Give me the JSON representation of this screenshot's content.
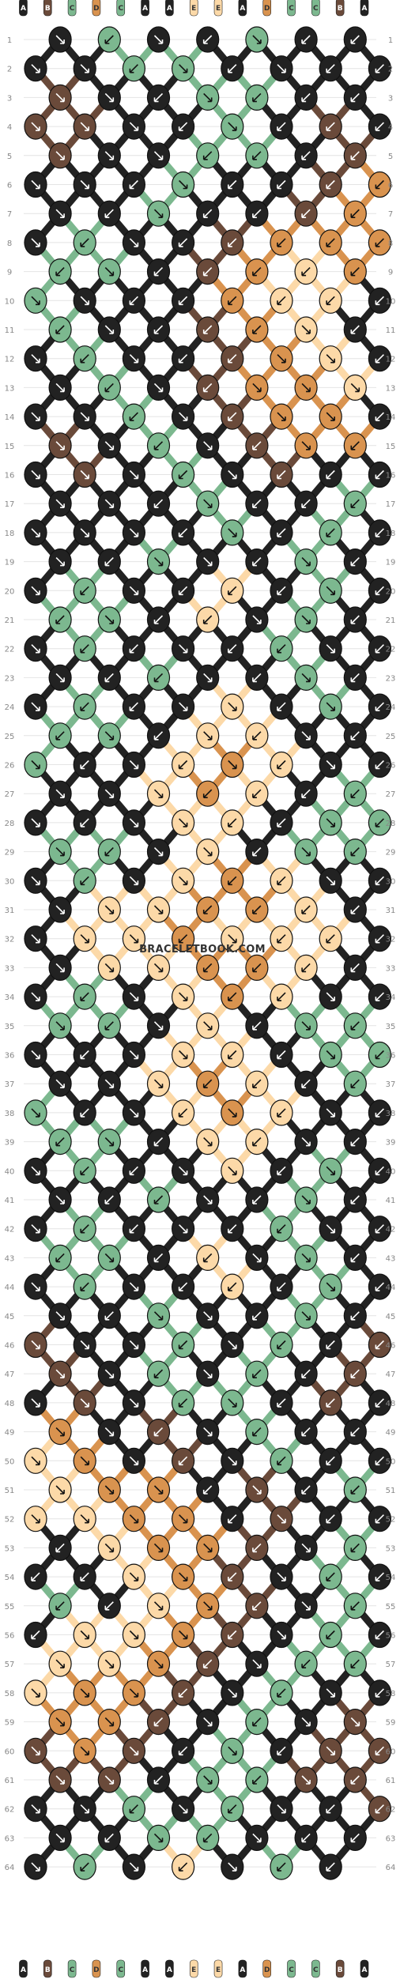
{
  "colors": {
    "A": "#222222",
    "B": "#6a4a3a",
    "C": "#7cb88f",
    "D": "#d9934f",
    "E": "#fcd9a8"
  },
  "strands_top": [
    "A",
    "B",
    "C",
    "D",
    "C",
    "A",
    "A",
    "E",
    "E",
    "A",
    "D",
    "C",
    "C",
    "B",
    "A"
  ],
  "strands_bottom": [
    "A",
    "B",
    "C",
    "D",
    "C",
    "A",
    "A",
    "E",
    "E",
    "A",
    "D",
    "C",
    "C",
    "B",
    "A"
  ],
  "row_count": 64,
  "watermark": "BRACELETBOOK.COM",
  "palette_by_row": [
    [
      "A",
      "C",
      "A",
      "A",
      "C",
      "A",
      "A"
    ],
    [
      "A",
      "A",
      "C",
      "C",
      "A",
      "A",
      "A",
      "A"
    ],
    [
      "B",
      "A",
      "A",
      "C",
      "C",
      "A",
      "A"
    ],
    [
      "B",
      "B",
      "A",
      "A",
      "C",
      "A",
      "B",
      "A"
    ],
    [
      "B",
      "A",
      "A",
      "C",
      "C",
      "A",
      "B"
    ],
    [
      "A",
      "A",
      "A",
      "C",
      "A",
      "A",
      "B",
      "D"
    ],
    [
      "A",
      "A",
      "C",
      "A",
      "A",
      "B",
      "D"
    ],
    [
      "A",
      "C",
      "A",
      "A",
      "B",
      "D",
      "D",
      "D"
    ],
    [
      "C",
      "C",
      "A",
      "B",
      "D",
      "E",
      "D"
    ],
    [
      "C",
      "A",
      "A",
      "A",
      "D",
      "E",
      "E",
      "A"
    ],
    [
      "C",
      "A",
      "A",
      "B",
      "D",
      "E",
      "A"
    ],
    [
      "A",
      "C",
      "A",
      "A",
      "B",
      "D",
      "E",
      "A"
    ],
    [
      "A",
      "C",
      "A",
      "B",
      "D",
      "D",
      "E"
    ],
    [
      "A",
      "A",
      "C",
      "A",
      "B",
      "D",
      "D",
      "A"
    ],
    [
      "B",
      "A",
      "C",
      "A",
      "B",
      "D",
      "D"
    ],
    [
      "A",
      "B",
      "A",
      "C",
      "A",
      "B",
      "A",
      "A"
    ],
    [
      "A",
      "A",
      "A",
      "C",
      "A",
      "A",
      "C"
    ],
    [
      "A",
      "A",
      "A",
      "A",
      "C",
      "A",
      "C",
      "A"
    ],
    [
      "A",
      "A",
      "C",
      "A",
      "A",
      "C",
      "A"
    ],
    [
      "A",
      "C",
      "A",
      "A",
      "E",
      "A",
      "C",
      "A"
    ],
    [
      "C",
      "C",
      "A",
      "E",
      "A",
      "C",
      "A"
    ],
    [
      "A",
      "C",
      "A",
      "A",
      "A",
      "C",
      "A",
      "A"
    ],
    [
      "A",
      "A",
      "C",
      "A",
      "A",
      "C",
      "A"
    ],
    [
      "A",
      "C",
      "A",
      "A",
      "E",
      "A",
      "C",
      "A"
    ],
    [
      "C",
      "C",
      "A",
      "E",
      "E",
      "A",
      "A"
    ],
    [
      "C",
      "A",
      "A",
      "E",
      "D",
      "E",
      "A",
      "A"
    ],
    [
      "A",
      "A",
      "E",
      "D",
      "E",
      "A",
      "C"
    ],
    [
      "A",
      "A",
      "A",
      "E",
      "E",
      "A",
      "C",
      "C"
    ],
    [
      "C",
      "C",
      "A",
      "E",
      "A",
      "C",
      "C"
    ],
    [
      "A",
      "C",
      "A",
      "E",
      "D",
      "E",
      "A",
      "A"
    ],
    [
      "A",
      "E",
      "E",
      "D",
      "D",
      "E",
      "A"
    ],
    [
      "A",
      "E",
      "E",
      "D",
      "E",
      "E",
      "E",
      "A"
    ],
    [
      "A",
      "E",
      "E",
      "D",
      "D",
      "E",
      "A"
    ],
    [
      "A",
      "C",
      "A",
      "E",
      "D",
      "E",
      "A",
      "A"
    ],
    [
      "C",
      "C",
      "A",
      "E",
      "A",
      "C",
      "C"
    ],
    [
      "A",
      "A",
      "A",
      "E",
      "E",
      "A",
      "C",
      "C"
    ],
    [
      "A",
      "A",
      "E",
      "D",
      "E",
      "A",
      "C"
    ],
    [
      "C",
      "A",
      "A",
      "E",
      "D",
      "E",
      "A",
      "A"
    ],
    [
      "C",
      "C",
      "A",
      "E",
      "E",
      "A",
      "A"
    ],
    [
      "A",
      "C",
      "A",
      "A",
      "E",
      "A",
      "C",
      "A"
    ],
    [
      "A",
      "A",
      "C",
      "A",
      "A",
      "C",
      "A"
    ],
    [
      "A",
      "C",
      "A",
      "A",
      "A",
      "C",
      "A",
      "A"
    ],
    [
      "C",
      "C",
      "A",
      "E",
      "A",
      "C",
      "A"
    ],
    [
      "A",
      "C",
      "A",
      "A",
      "E",
      "A",
      "C",
      "A"
    ],
    [
      "A",
      "A",
      "C",
      "A",
      "A",
      "C",
      "A"
    ],
    [
      "B",
      "A",
      "A",
      "C",
      "A",
      "C",
      "A",
      "B"
    ],
    [
      "B",
      "A",
      "C",
      "A",
      "C",
      "A",
      "B"
    ],
    [
      "A",
      "B",
      "A",
      "C",
      "C",
      "A",
      "B",
      "A"
    ],
    [
      "D",
      "A",
      "B",
      "A",
      "C",
      "A",
      "A"
    ],
    [
      "E",
      "D",
      "A",
      "B",
      "A",
      "C",
      "A",
      "A"
    ],
    [
      "E",
      "D",
      "D",
      "A",
      "B",
      "A",
      "C"
    ],
    [
      "E",
      "E",
      "D",
      "D",
      "A",
      "B",
      "A",
      "A"
    ],
    [
      "A",
      "E",
      "D",
      "D",
      "B",
      "A",
      "C"
    ],
    [
      "A",
      "A",
      "E",
      "D",
      "B",
      "A",
      "C",
      "A"
    ],
    [
      "C",
      "A",
      "E",
      "D",
      "B",
      "A",
      "C"
    ],
    [
      "A",
      "E",
      "E",
      "D",
      "B",
      "A",
      "C",
      "A"
    ],
    [
      "E",
      "E",
      "D",
      "B",
      "A",
      "C",
      "C"
    ],
    [
      "E",
      "D",
      "D",
      "B",
      "A",
      "C",
      "A",
      "A"
    ],
    [
      "D",
      "D",
      "B",
      "A",
      "C",
      "A",
      "B"
    ],
    [
      "B",
      "D",
      "B",
      "A",
      "C",
      "A",
      "B",
      "B"
    ],
    [
      "B",
      "B",
      "A",
      "C",
      "C",
      "B",
      "B"
    ],
    [
      "A",
      "A",
      "C",
      "A",
      "C",
      "A",
      "A",
      "B"
    ],
    [
      "A",
      "A",
      "C",
      "C",
      "A",
      "A",
      "A"
    ],
    [
      "A",
      "C",
      "A",
      "E",
      "A",
      "C",
      "A"
    ]
  ],
  "arrows_by_row": [
    [
      "se",
      "sw",
      "se",
      "sw",
      "se",
      "sw",
      "sw"
    ],
    [
      "se",
      "se",
      "sw",
      "se",
      "sw",
      "se",
      "sw",
      "sw"
    ],
    [
      "se",
      "se",
      "sw",
      "se",
      "sw",
      "sw",
      "sw"
    ],
    [
      "se",
      "se",
      "se",
      "sw",
      "se",
      "sw",
      "sw",
      "sw"
    ],
    [
      "se",
      "se",
      "se",
      "sw",
      "sw",
      "sw",
      "sw"
    ],
    [
      "se",
      "se",
      "sw",
      "se",
      "sw",
      "sw",
      "sw",
      "sw"
    ],
    [
      "se",
      "sw",
      "se",
      "sw",
      "sw",
      "sw",
      "sw"
    ],
    [
      "se",
      "sw",
      "se",
      "sw",
      "sw",
      "sw",
      "sw",
      "sw"
    ],
    [
      "sw",
      "se",
      "sw",
      "sw",
      "sw",
      "sw",
      "sw"
    ],
    [
      "se",
      "se",
      "sw",
      "sw",
      "sw",
      "sw",
      "sw",
      "sw"
    ],
    [
      "sw",
      "se",
      "sw",
      "sw",
      "sw",
      "se",
      "sw"
    ],
    [
      "se",
      "sw",
      "se",
      "sw",
      "sw",
      "se",
      "se",
      "sw"
    ],
    [
      "se",
      "sw",
      "se",
      "sw",
      "se",
      "se",
      "se"
    ],
    [
      "se",
      "se",
      "sw",
      "se",
      "sw",
      "se",
      "se",
      "sw"
    ],
    [
      "se",
      "se",
      "sw",
      "se",
      "sw",
      "se",
      "sw"
    ],
    [
      "se",
      "se",
      "se",
      "sw",
      "se",
      "sw",
      "sw",
      "sw"
    ],
    [
      "se",
      "se",
      "sw",
      "se",
      "sw",
      "sw",
      "sw"
    ],
    [
      "se",
      "se",
      "se",
      "sw",
      "se",
      "sw",
      "sw",
      "sw"
    ],
    [
      "se",
      "sw",
      "se",
      "se",
      "sw",
      "se",
      "sw"
    ],
    [
      "se",
      "sw",
      "se",
      "sw",
      "sw",
      "sw",
      "se",
      "sw"
    ],
    [
      "sw",
      "se",
      "sw",
      "sw",
      "se",
      "se",
      "sw"
    ],
    [
      "se",
      "sw",
      "sw",
      "se",
      "sw",
      "sw",
      "se",
      "sw"
    ],
    [
      "se",
      "sw",
      "sw",
      "se",
      "sw",
      "se",
      "sw"
    ],
    [
      "se",
      "sw",
      "sw",
      "se",
      "se",
      "sw",
      "se",
      "sw"
    ],
    [
      "sw",
      "se",
      "sw",
      "se",
      "sw",
      "se",
      "sw"
    ],
    [
      "se",
      "sw",
      "se",
      "sw",
      "se",
      "sw",
      "se",
      "sw"
    ],
    [
      "se",
      "se",
      "se",
      "sw",
      "sw",
      "sw",
      "sw"
    ],
    [
      "se",
      "sw",
      "se",
      "se",
      "sw",
      "sw",
      "se",
      "sw"
    ],
    [
      "se",
      "sw",
      "se",
      "se",
      "sw",
      "se",
      "sw"
    ],
    [
      "se",
      "sw",
      "se",
      "se",
      "sw",
      "sw",
      "se",
      "sw"
    ],
    [
      "se",
      "se",
      "se",
      "sw",
      "sw",
      "sw",
      "sw"
    ],
    [
      "se",
      "se",
      "se",
      "sw",
      "se",
      "sw",
      "sw",
      "sw"
    ],
    [
      "se",
      "se",
      "se",
      "sw",
      "sw",
      "sw",
      "sw"
    ],
    [
      "se",
      "sw",
      "se",
      "se",
      "sw",
      "sw",
      "se",
      "sw"
    ],
    [
      "se",
      "sw",
      "se",
      "se",
      "sw",
      "se",
      "sw"
    ],
    [
      "se",
      "sw",
      "se",
      "se",
      "sw",
      "sw",
      "se",
      "sw"
    ],
    [
      "se",
      "se",
      "se",
      "sw",
      "sw",
      "sw",
      "sw"
    ],
    [
      "se",
      "sw",
      "se",
      "sw",
      "se",
      "sw",
      "se",
      "sw"
    ],
    [
      "sw",
      "se",
      "sw",
      "se",
      "sw",
      "se",
      "sw"
    ],
    [
      "se",
      "sw",
      "sw",
      "se",
      "se",
      "sw",
      "se",
      "sw"
    ],
    [
      "se",
      "sw",
      "sw",
      "se",
      "sw",
      "se",
      "sw"
    ],
    [
      "se",
      "sw",
      "sw",
      "se",
      "sw",
      "sw",
      "se",
      "sw"
    ],
    [
      "sw",
      "se",
      "sw",
      "sw",
      "se",
      "se",
      "sw"
    ],
    [
      "se",
      "sw",
      "se",
      "sw",
      "sw",
      "sw",
      "se",
      "sw"
    ],
    [
      "se",
      "sw",
      "se",
      "se",
      "sw",
      "se",
      "sw"
    ],
    [
      "se",
      "se",
      "se",
      "sw",
      "se",
      "sw",
      "sw",
      "sw"
    ],
    [
      "se",
      "se",
      "sw",
      "se",
      "sw",
      "sw",
      "sw"
    ],
    [
      "se",
      "se",
      "se",
      "sw",
      "se",
      "sw",
      "sw",
      "sw"
    ],
    [
      "se",
      "se",
      "sw",
      "se",
      "sw",
      "sw",
      "sw"
    ],
    [
      "se",
      "se",
      "se",
      "sw",
      "se",
      "sw",
      "sw",
      "sw"
    ],
    [
      "se",
      "se",
      "se",
      "sw",
      "se",
      "sw",
      "sw"
    ],
    [
      "se",
      "se",
      "se",
      "se",
      "sw",
      "se",
      "sw",
      "sw"
    ],
    [
      "sw",
      "se",
      "se",
      "se",
      "sw",
      "se",
      "sw"
    ],
    [
      "sw",
      "sw",
      "se",
      "se",
      "sw",
      "se",
      "sw",
      "sw"
    ],
    [
      "sw",
      "sw",
      "se",
      "se",
      "sw",
      "se",
      "sw"
    ],
    [
      "sw",
      "se",
      "se",
      "se",
      "sw",
      "se",
      "sw",
      "sw"
    ],
    [
      "se",
      "se",
      "se",
      "sw",
      "se",
      "sw",
      "sw"
    ],
    [
      "se",
      "se",
      "se",
      "sw",
      "se",
      "sw",
      "se",
      "sw"
    ],
    [
      "se",
      "se",
      "sw",
      "se",
      "sw",
      "se",
      "se"
    ],
    [
      "se",
      "se",
      "se",
      "sw",
      "se",
      "sw",
      "se",
      "sw"
    ],
    [
      "se",
      "se",
      "sw",
      "se",
      "sw",
      "se",
      "sw"
    ],
    [
      "se",
      "se",
      "sw",
      "se",
      "sw",
      "se",
      "sw",
      "sw"
    ],
    [
      "se",
      "sw",
      "se",
      "sw",
      "se",
      "sw",
      "sw"
    ],
    [
      "se",
      "sw",
      "se",
      "sw",
      "se",
      "sw",
      "sw"
    ]
  ]
}
